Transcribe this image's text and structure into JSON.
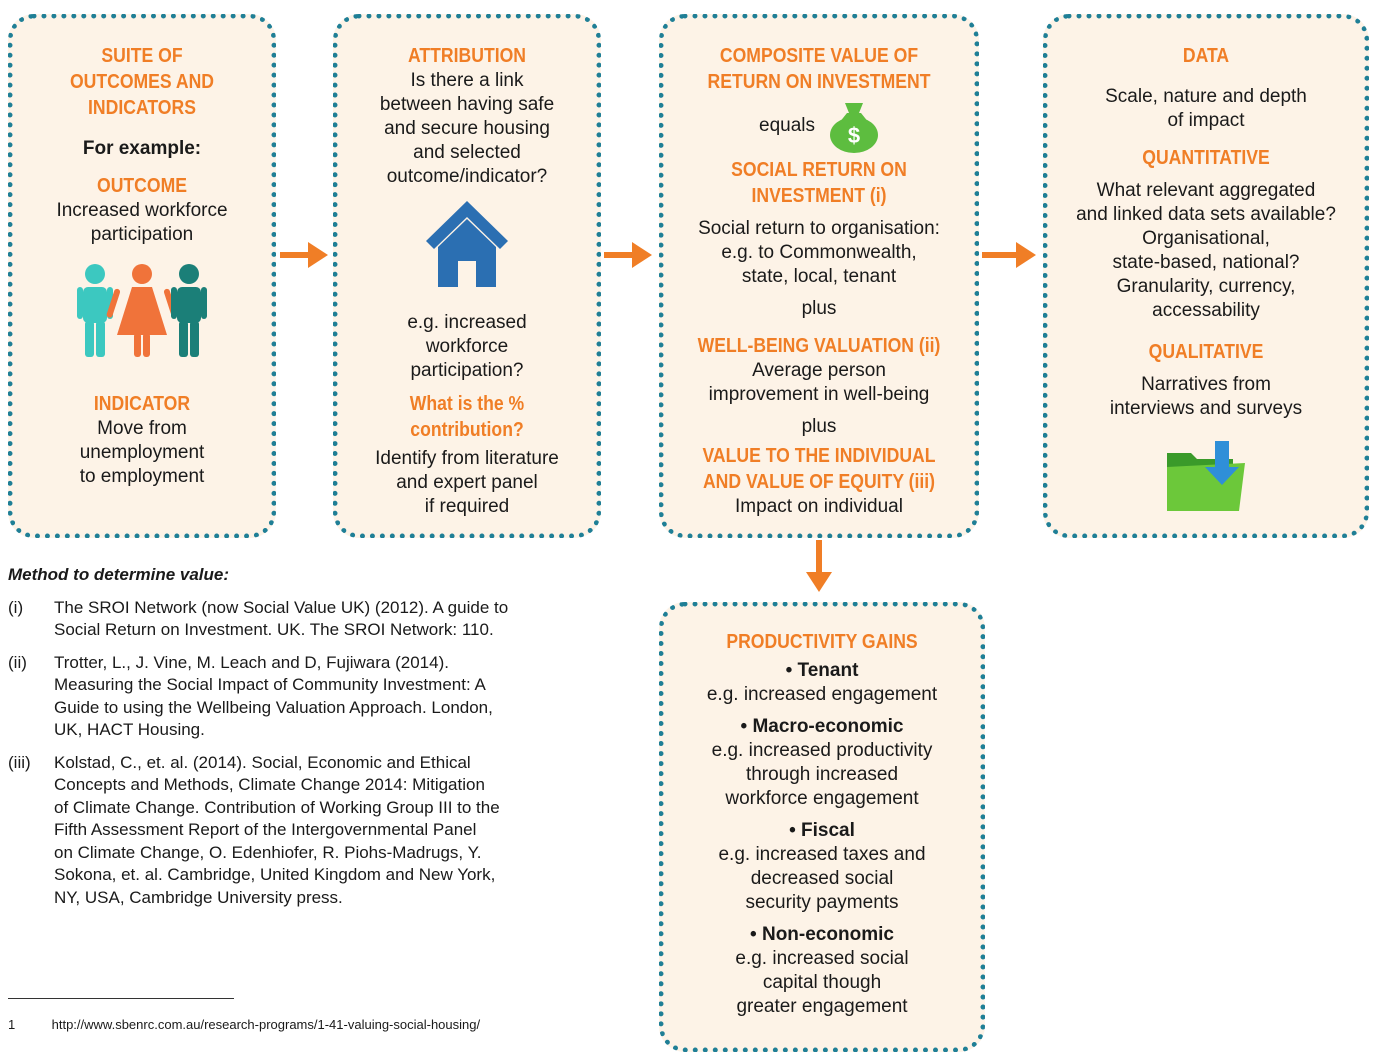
{
  "box1": {
    "title_lines": [
      "SUITE OF",
      "OUTCOMES AND",
      "INDICATORS"
    ],
    "example": "For example:",
    "outcome_heading": "OUTCOME",
    "outcome_text_lines": [
      "Increased workforce",
      "participation"
    ],
    "indicator_heading": "INDICATOR",
    "indicator_text_lines": [
      "Move from",
      "unemployment",
      "to employment"
    ],
    "people_colors": [
      "#3cc8c0",
      "#f0733a",
      "#1b7f78"
    ]
  },
  "box2": {
    "title": "ATTRIBUTION",
    "question_lines": [
      "Is there a link",
      "between having safe",
      "and secure housing",
      "and selected",
      "outcome/indicator?"
    ],
    "example_lines": [
      "e.g. increased",
      "workforce",
      "participation?"
    ],
    "contribution_lines": [
      "What is the %",
      "contribution?"
    ],
    "identify_lines": [
      "Identify from literature",
      "and expert panel",
      "if required"
    ],
    "house_color": "#2b6fb2"
  },
  "box3": {
    "title_lines": [
      "COMPOSITE VALUE OF",
      "RETURN ON INVESTMENT"
    ],
    "equals": "equals",
    "sroi_lines": [
      "SOCIAL RETURN ON",
      "INVESTMENT (i)"
    ],
    "sroi_text_lines": [
      "Social return to organisation:",
      "e.g. to Commonwealth,",
      "state, local, tenant"
    ],
    "plus1": "plus",
    "wellbeing_heading": "WELL-BEING VALUATION (ii)",
    "wellbeing_text_lines": [
      "Average person",
      "improvement in well-being"
    ],
    "plus2": "plus",
    "value_lines": [
      "VALUE TO THE INDIVIDUAL",
      "AND VALUE OF EQUITY (iii)"
    ],
    "value_text": "Impact on individual",
    "money_bag_color": "#5dbd3f"
  },
  "box4": {
    "title": "DATA",
    "data_text_lines": [
      "Scale, nature and depth",
      "of impact"
    ],
    "quant_heading": "QUANTITATIVE",
    "quant_text_lines": [
      "What relevant aggregated",
      "and linked data sets available?",
      "Organisational,",
      "state-based, national?",
      "Granularity, currency,",
      "accessability"
    ],
    "qual_heading": "QUALITATIVE",
    "qual_text_lines": [
      "Narratives from",
      "interviews and surveys"
    ]
  },
  "box5": {
    "title": "PRODUCTIVITY GAINS",
    "items": [
      {
        "label": "• Tenant",
        "text_lines": [
          "e.g. increased engagement"
        ]
      },
      {
        "label": "• Macro-economic",
        "text_lines": [
          "e.g. increased productivity",
          "through increased",
          "workforce engagement"
        ]
      },
      {
        "label": "• Fiscal",
        "text_lines": [
          "e.g. increased taxes and",
          "decreased social",
          "security payments"
        ]
      },
      {
        "label": "• Non-economic",
        "text_lines": [
          "e.g. increased social",
          "capital though",
          "greater engagement"
        ]
      }
    ]
  },
  "method": {
    "title": "Method to determine value:",
    "refs": [
      {
        "num": "(i)",
        "lines": [
          "The SROI Network (now Social Value UK) (2012). A guide to",
          "Social Return on Investment. UK. The SROI Network: 110."
        ]
      },
      {
        "num": "(ii)",
        "lines": [
          "Trotter, L., J. Vine, M. Leach and D, Fujiwara (2014).",
          "Measuring the Social Impact of Community Investment: A",
          "Guide to using the Wellbeing Valuation Approach. London,",
          "UK, HACT Housing."
        ]
      },
      {
        "num": "(iii)",
        "lines": [
          "Kolstad, C., et. al. (2014). Social, Economic and Ethical",
          "Concepts and Methods, Climate Change 2014: Mitigation",
          "of Climate Change. Contribution of Working Group III to the",
          "Fifth Assessment Report of the Intergovernmental Panel",
          "on Climate Change, O. Edenhiofer, R. Piohs-Madrugs, Y.",
          "Sokona, et. al. Cambridge, United Kingdom and New York,",
          "NY, USA, Cambridge University press."
        ]
      }
    ]
  },
  "footnote": {
    "num": "1",
    "url": "http://www.sbenrc.com.au/research-programs/1-41-valuing-social-housing/"
  },
  "colors": {
    "accent": "#f07e26",
    "border": "#1f7f96",
    "box_bg": "#fdf3e7"
  }
}
